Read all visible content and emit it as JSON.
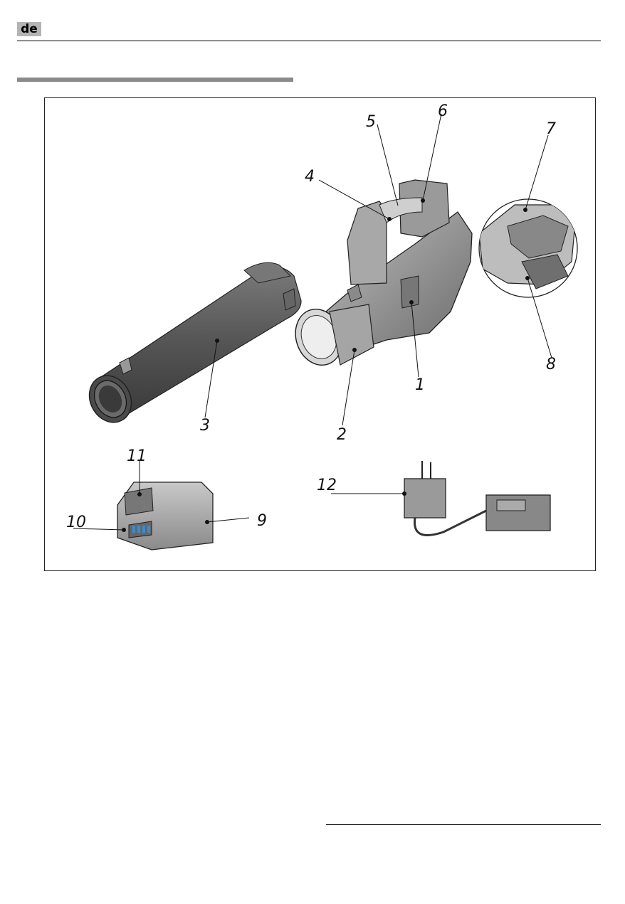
{
  "header": {
    "language_code": "de"
  },
  "figure": {
    "callouts": [
      "1",
      "2",
      "3",
      "4",
      "5",
      "6",
      "7",
      "8",
      "9",
      "10",
      "11",
      "12"
    ]
  }
}
